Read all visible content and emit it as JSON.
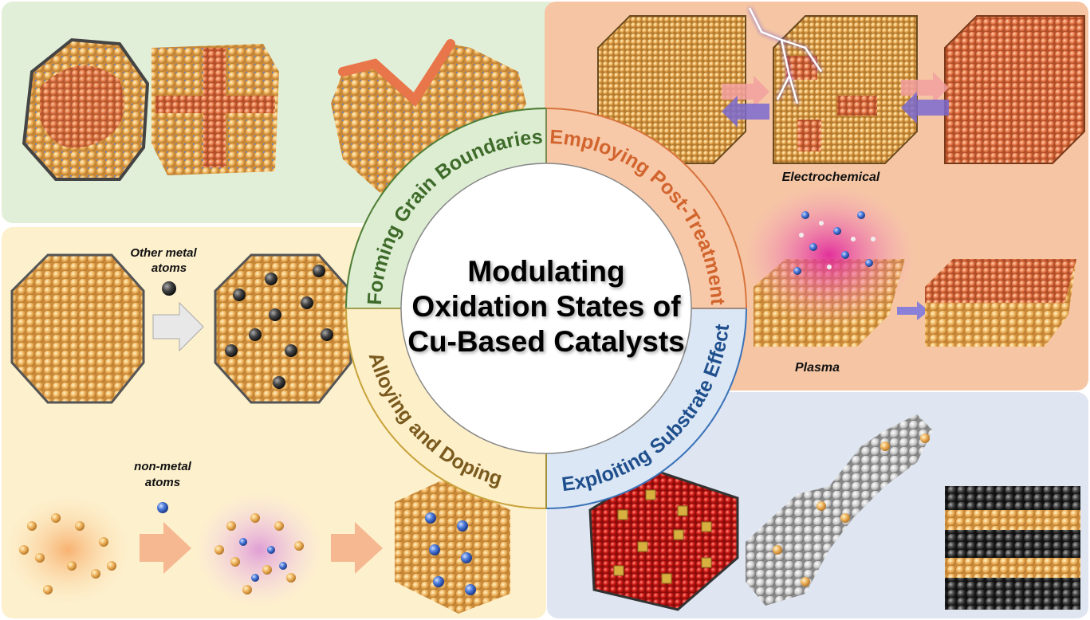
{
  "title": {
    "lines": [
      "Modulating",
      "Oxidation States of",
      "Cu-Based Catalysts"
    ]
  },
  "sections": {
    "grain": {
      "label": "Forming Grain Boundaries",
      "color": "#3f6b2a"
    },
    "post": {
      "label": "Employing Post-Treatment",
      "color": "#d2642e"
    },
    "substrate": {
      "label": "Exploiting Substrate Effect",
      "color": "#1f4f8c"
    },
    "alloy": {
      "label": "Alloying and Doping",
      "color": "#7a5a1e"
    }
  },
  "annotations": {
    "electrochemical": "Electrochemical",
    "plasma": "Plasma",
    "other_metal_1": "Other metal",
    "other_metal_2": "atoms",
    "non_metal_1": "non-metal",
    "non_metal_2": "atoms"
  }
}
